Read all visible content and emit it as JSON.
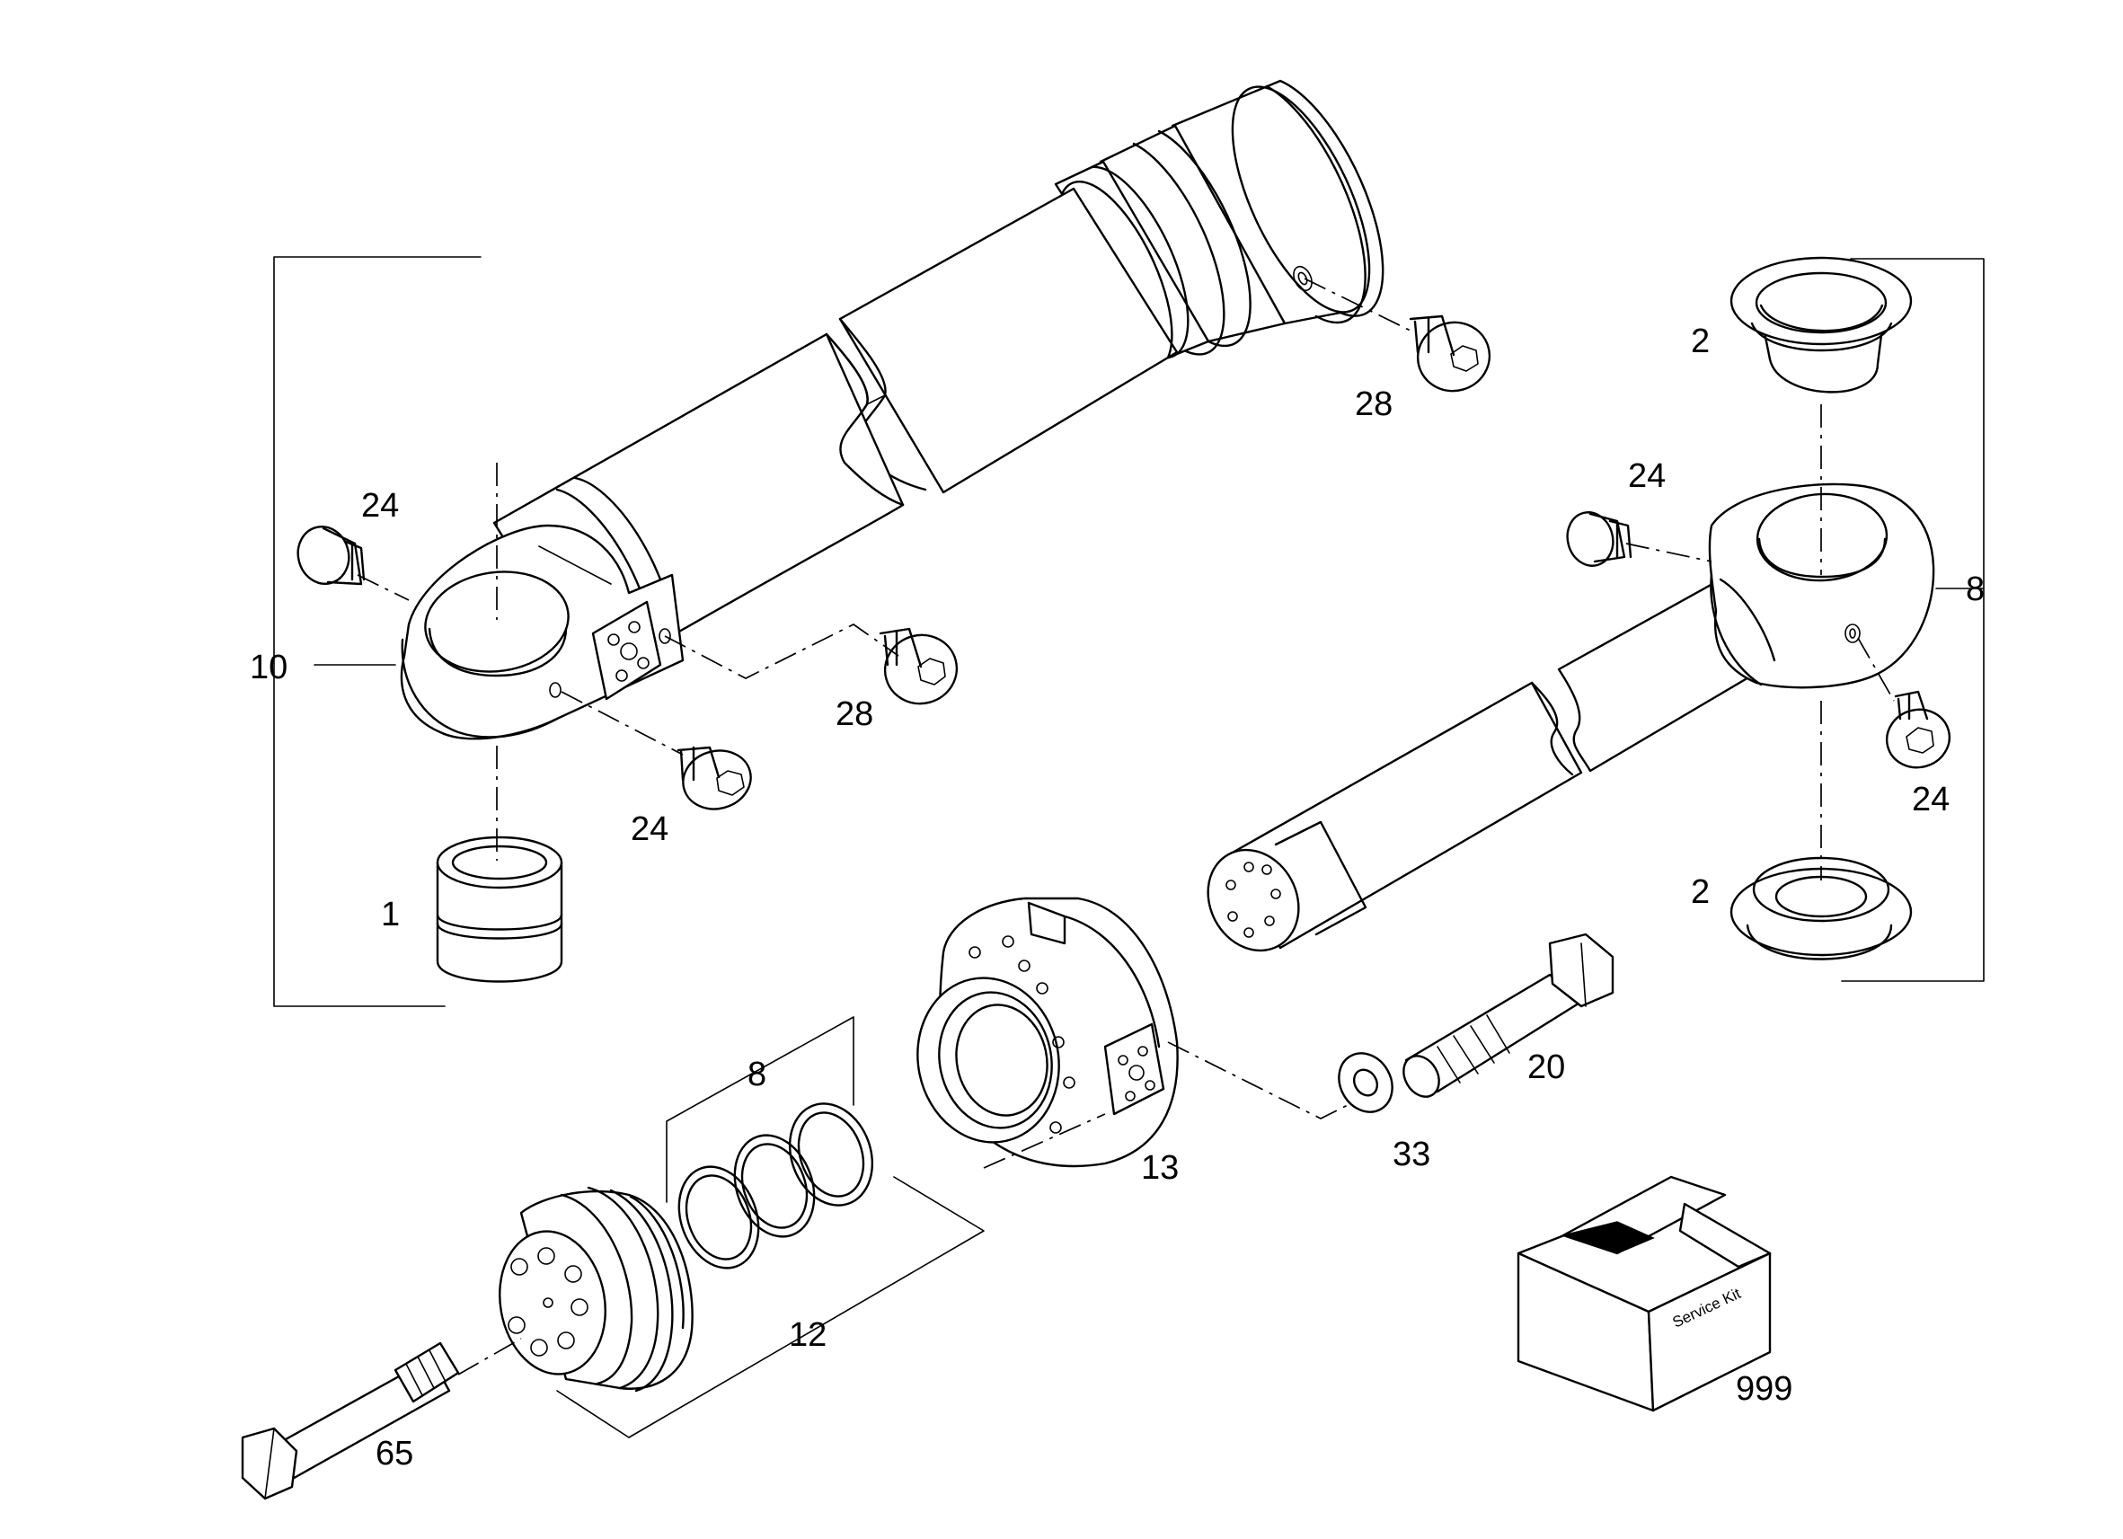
{
  "labels": {
    "item_1": "1",
    "item_2_top": "2",
    "item_2_bottom": "2",
    "item_8_right": "8",
    "item_8_seals": "8",
    "item_10": "10",
    "item_12": "12",
    "item_13": "13",
    "item_20": "20",
    "item_24_left_top": "24",
    "item_24_left_bottom": "24",
    "item_24_right_top": "24",
    "item_24_right_bottom": "24",
    "item_28_top": "28",
    "item_28_mid": "28",
    "item_33": "33",
    "item_65": "65",
    "item_999": "999"
  },
  "service_kit_text": "Service Kit"
}
